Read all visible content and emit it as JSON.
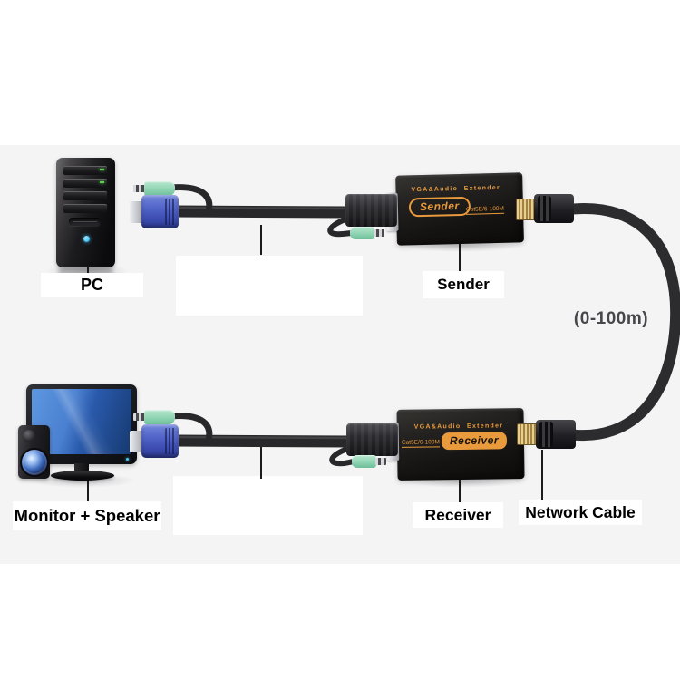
{
  "labels": {
    "pc": "PC",
    "sender": "Sender",
    "receiver": "Receiver",
    "monitor_speaker": "Monitor + Speaker",
    "network_cable": "Network Cable",
    "distance": "(0-100m)"
  },
  "units": {
    "sender": {
      "title": "VGA&Audio  Extender",
      "badge": "Sender",
      "spec": "Cat5E/6-100M"
    },
    "receiver": {
      "title": "VGA&Audio  Extender",
      "badge": "Receiver",
      "spec": "Cat5E/6-100M"
    }
  },
  "colors": {
    "accent_orange": "#e89a3c",
    "photo_band_gray": "#f4f4f5",
    "vga_connector_blue": "#4a5cc0",
    "audio_jack_green": "#8ed3b5",
    "cable_black": "#2b2b2e",
    "monitor_screen_blue": "#3568b8",
    "power_led_cyan": "#49c8f5"
  }
}
